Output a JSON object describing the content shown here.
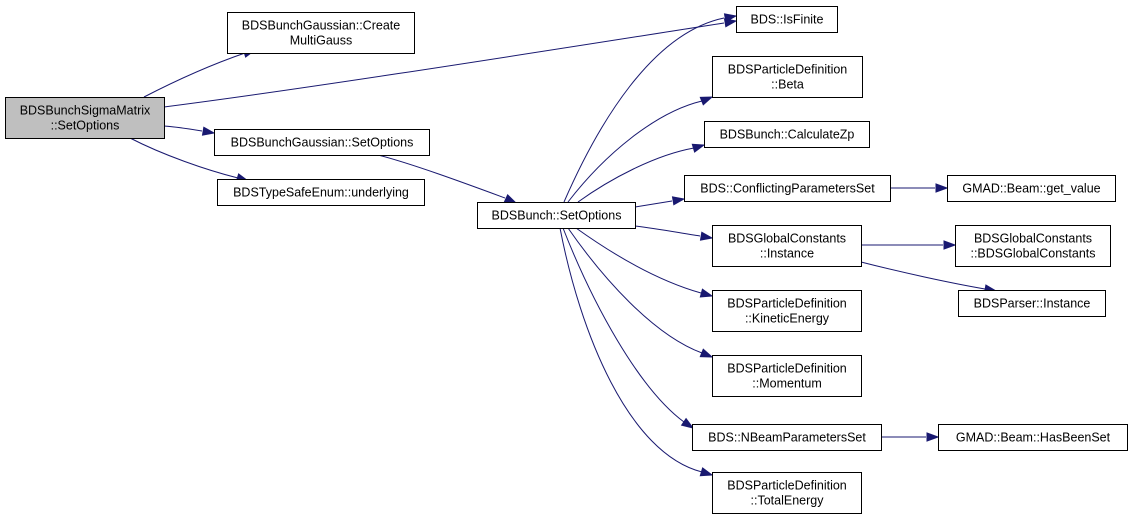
{
  "diagram": {
    "type": "call-graph",
    "edge_color": "#191970",
    "root_fill": "#bfbfbf",
    "nodes": [
      {
        "id": "root",
        "lines": [
          "BDSBunchSigmaMatrix",
          "::SetOptions"
        ],
        "highlighted": true
      },
      {
        "id": "gauss_create",
        "lines": [
          "BDSBunchGaussian::Create",
          "MultiGauss"
        ]
      },
      {
        "id": "gauss_setopts",
        "lines": [
          "BDSBunchGaussian::SetOptions"
        ]
      },
      {
        "id": "typesafe",
        "lines": [
          "BDSTypeSafeEnum::underlying"
        ]
      },
      {
        "id": "bunch_setopts",
        "lines": [
          "BDSBunch::SetOptions"
        ]
      },
      {
        "id": "isfinite",
        "lines": [
          "BDS::IsFinite"
        ]
      },
      {
        "id": "beta",
        "lines": [
          "BDSParticleDefinition",
          "::Beta"
        ]
      },
      {
        "id": "calczp",
        "lines": [
          "BDSBunch::CalculateZp"
        ]
      },
      {
        "id": "conflicting",
        "lines": [
          "BDS::ConflictingParametersSet"
        ]
      },
      {
        "id": "globalinst",
        "lines": [
          "BDSGlobalConstants",
          "::Instance"
        ]
      },
      {
        "id": "kinetic",
        "lines": [
          "BDSParticleDefinition",
          "::KineticEnergy"
        ]
      },
      {
        "id": "momentum",
        "lines": [
          "BDSParticleDefinition",
          "::Momentum"
        ]
      },
      {
        "id": "nbeam",
        "lines": [
          "BDS::NBeamParametersSet"
        ]
      },
      {
        "id": "totalenergy",
        "lines": [
          "BDSParticleDefinition",
          "::TotalEnergy"
        ]
      },
      {
        "id": "getvalue",
        "lines": [
          "GMAD::Beam::get_value"
        ]
      },
      {
        "id": "globalctor",
        "lines": [
          "BDSGlobalConstants",
          "::BDSGlobalConstants"
        ]
      },
      {
        "id": "parserinst",
        "lines": [
          "BDSParser::Instance"
        ]
      },
      {
        "id": "hasbeenset",
        "lines": [
          "GMAD::Beam::HasBeenSet"
        ]
      }
    ],
    "edges": [
      {
        "from": "root",
        "to": "gauss_create"
      },
      {
        "from": "root",
        "to": "isfinite"
      },
      {
        "from": "root",
        "to": "gauss_setopts"
      },
      {
        "from": "root",
        "to": "typesafe"
      },
      {
        "from": "gauss_setopts",
        "to": "bunch_setopts"
      },
      {
        "from": "bunch_setopts",
        "to": "isfinite"
      },
      {
        "from": "bunch_setopts",
        "to": "beta"
      },
      {
        "from": "bunch_setopts",
        "to": "calczp"
      },
      {
        "from": "bunch_setopts",
        "to": "conflicting"
      },
      {
        "from": "bunch_setopts",
        "to": "globalinst"
      },
      {
        "from": "bunch_setopts",
        "to": "kinetic"
      },
      {
        "from": "bunch_setopts",
        "to": "momentum"
      },
      {
        "from": "bunch_setopts",
        "to": "nbeam"
      },
      {
        "from": "bunch_setopts",
        "to": "totalenergy"
      },
      {
        "from": "conflicting",
        "to": "getvalue"
      },
      {
        "from": "globalinst",
        "to": "globalctor"
      },
      {
        "from": "globalinst",
        "to": "parserinst"
      },
      {
        "from": "nbeam",
        "to": "hasbeenset"
      }
    ]
  }
}
